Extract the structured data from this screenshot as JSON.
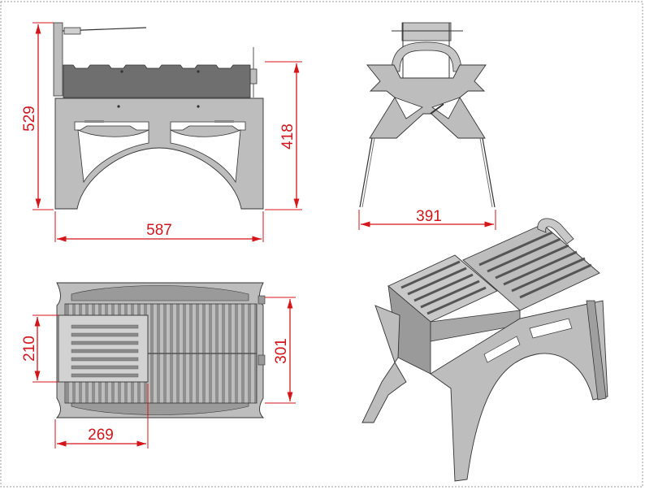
{
  "drawing": {
    "dimension_color": "#d4151b",
    "part_fill": "#b9b9b9",
    "part_dark": "#6e6e6e",
    "outline_color": "#333333",
    "border_color": "#9a9a9a"
  },
  "front_view": {
    "height_total": "529",
    "height_stand": "418",
    "width": "587"
  },
  "side_view": {
    "width": "391"
  },
  "top_view": {
    "grill_depth": "210",
    "body_depth": "301",
    "grill_width": "269"
  }
}
